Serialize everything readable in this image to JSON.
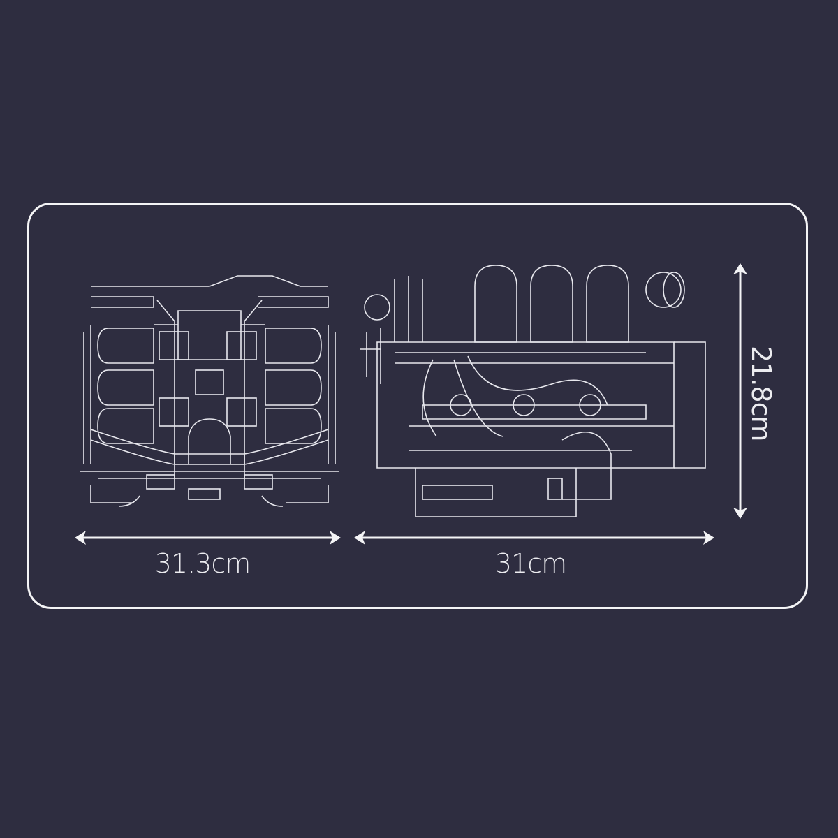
{
  "colors": {
    "background": "#2e2d40",
    "line": "#f4f4f6"
  },
  "diagram": {
    "subject": "engine model line drawings",
    "views": [
      {
        "name": "front-view",
        "width_label": "31.3cm"
      },
      {
        "name": "side-view",
        "width_label": "31cm",
        "height_label": "21.8cm"
      }
    ]
  },
  "dimensions": {
    "front_width": "31.3cm",
    "side_length": "31cm",
    "height": "21.8cm"
  }
}
